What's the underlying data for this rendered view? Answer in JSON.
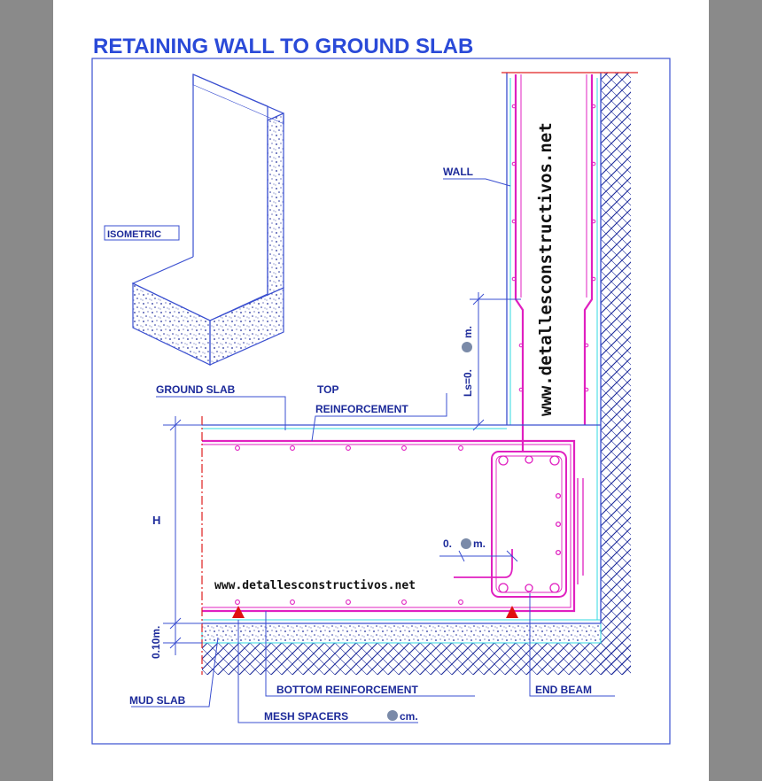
{
  "title": "RETAINING WALL TO GROUND SLAB",
  "labels": {
    "isometric": "ISOMETRIC",
    "wall": "WALL",
    "ground_slab": "GROUND SLAB",
    "top_reinforcement_1": "TOP",
    "top_reinforcement_2": "REINFORCEMENT",
    "height": "H",
    "dim_010": "0.10m.",
    "ls_dim": "Ls=0.",
    "ls_unit": "m.",
    "beam_dim": "0.",
    "beam_dim_unit": "m.",
    "mud_slab": "MUD SLAB",
    "bottom_reinforcement": "BOTTOM REINFORCEMENT",
    "end_beam": "END BEAM",
    "mesh_spacers": "MESH SPACERS",
    "mesh_spacers_unit": "cm."
  },
  "watermarks": {
    "vertical": "www.detallesconstructivos.net",
    "horizontal": "www.detallesconstructivos.net"
  },
  "colors": {
    "line_blue": "#3a4fd0",
    "rebar_magenta": "#e020c0",
    "cyan": "#30d8e0",
    "red_axis": "#e02020",
    "hatch": "#1c2a9a"
  }
}
